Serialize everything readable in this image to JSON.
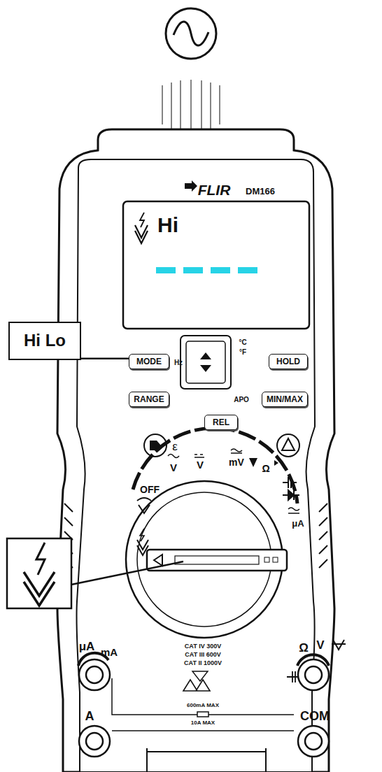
{
  "diagram": {
    "nodes": [
      {
        "text": [
          "Hi Lo"
        ]
      },
      {
        "text": [
          "MODE"
        ]
      },
      {
        "text": [
          "HOLD"
        ]
      },
      {
        "text": [
          "RANGE"
        ]
      },
      {
        "text": [
          "MIN/MAX"
        ]
      },
      {
        "text": [
          "REL"
        ]
      }
    ],
    "edges": [
      {
        "from": 0,
        "to": 1,
        "arrow": "none"
      }
    ],
    "labels": [
      "FLIR",
      "DM166",
      "Hi",
      "Hz",
      "°C",
      "°F",
      "APO",
      "ε",
      "OFF",
      "V",
      "V",
      "mV",
      "Ω",
      "μA",
      "μA",
      "mA",
      "Ω",
      "V",
      "CAT IV 300V",
      "CAT III 600V",
      "CAT II 1000V",
      "600mA MAX",
      "10A MAX",
      "A",
      "COM"
    ]
  }
}
